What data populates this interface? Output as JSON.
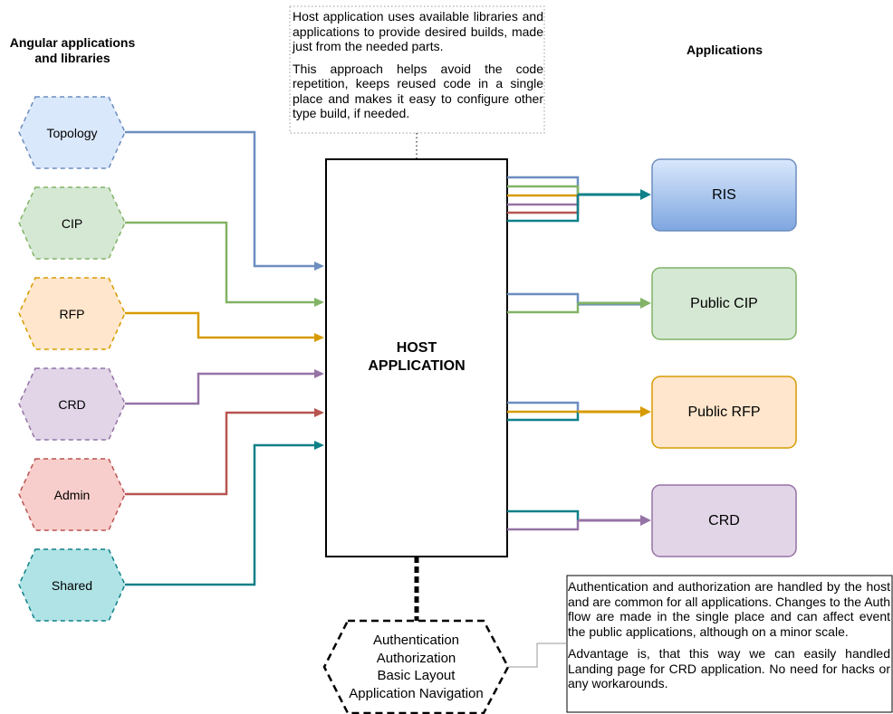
{
  "headings": {
    "left": "Angular applications and libraries",
    "right": "Applications"
  },
  "libraries": [
    {
      "label": "Topology",
      "fill": "#dae8fc",
      "stroke": "#6c8ebf"
    },
    {
      "label": "CIP",
      "fill": "#d5e8d4",
      "stroke": "#82b366"
    },
    {
      "label": "RFP",
      "fill": "#ffe6cc",
      "stroke": "#d79b00"
    },
    {
      "label": "CRD",
      "fill": "#e1d5e7",
      "stroke": "#9673a6"
    },
    {
      "label": "Admin",
      "fill": "#f8cecc",
      "stroke": "#b85450"
    },
    {
      "label": "Shared",
      "fill": "#b0e3e6",
      "stroke": "#0e8088"
    }
  ],
  "host": {
    "label_line1": "HOST",
    "label_line2": "APPLICATION"
  },
  "applications": [
    {
      "label": "RIS",
      "fill_top": "#dae8fc",
      "fill_bottom": "#7ea6e0",
      "stroke": "#6c8ebf"
    },
    {
      "label": "Public CIP",
      "fill_top": "#d5e8d4",
      "fill_bottom": "#d5e8d4",
      "stroke": "#82b366"
    },
    {
      "label": "Public RFP",
      "fill_top": "#ffe6cc",
      "fill_bottom": "#ffe6cc",
      "stroke": "#d79b00"
    },
    {
      "label": "CRD",
      "fill_top": "#e1d5e7",
      "fill_bottom": "#e1d5e7",
      "stroke": "#9673a6"
    }
  ],
  "notes": {
    "top": [
      "Host application uses available libraries and applications to provide desired builds, made just from the needed parts.",
      "This approach helps avoid the code repetition, keeps reused code in a single place and makes it easy to configure other type build, if needed."
    ],
    "bottom": [
      "Authentication and authorization are handled by the host and are common for all applications. Changes to the Auth flow are made in the single place and can affect event the public applications, although on a minor scale.",
      "Advantage is, that this way we can easily handled Landing page for CRD application. No need for hacks or any workarounds."
    ]
  },
  "auth_block": {
    "lines": [
      "Authentication",
      "Authorization",
      "Basic Layout",
      "Application Navigation"
    ]
  },
  "colors": {
    "blue": "#6c8ebf",
    "green": "#82b366",
    "orange": "#d79b00",
    "purple": "#9673a6",
    "red": "#b85450",
    "teal": "#0e8088",
    "note_border": "#999999"
  }
}
